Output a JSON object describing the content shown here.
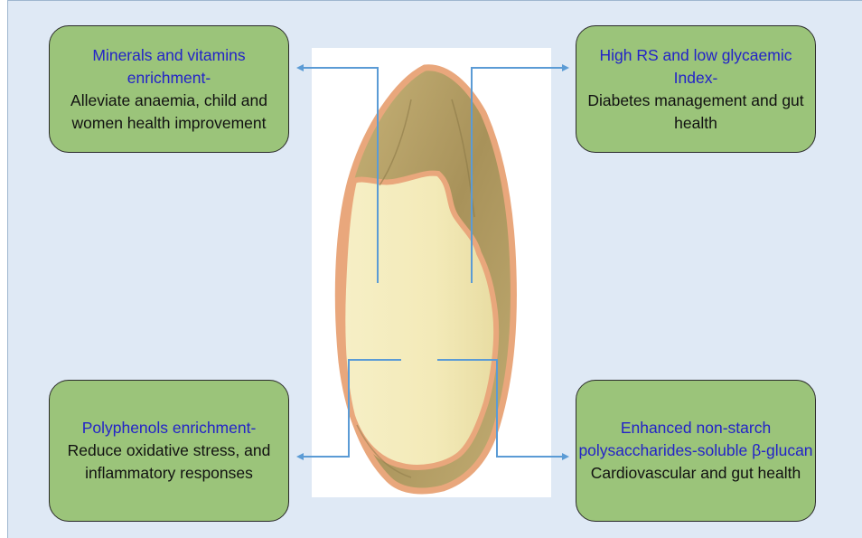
{
  "boxes": {
    "top_left": {
      "heading": "Minerals and vitamins enrichment-",
      "body": "Alleviate anaemia, child and women health improvement"
    },
    "top_right": {
      "heading": "High RS and low glycaemic Index-",
      "body": "Diabetes management and gut health"
    },
    "bottom_left": {
      "heading": "Polyphenols enrichment-",
      "body": "Reduce oxidative stress, and inflammatory responses"
    },
    "bottom_right": {
      "heading": "Enhanced non-starch polysaccharides-soluble β-glucan",
      "body": "Cardiovascular and gut health"
    }
  },
  "colors": {
    "background": "#dfe9f5",
    "box_fill": "#9bc47a",
    "heading_text": "#2323c8",
    "arrow": "#5b9bd5",
    "grain_outline": "#e9a77c",
    "grain_kernel": "#f3ecbd",
    "grain_husk": "#b5a46a"
  }
}
